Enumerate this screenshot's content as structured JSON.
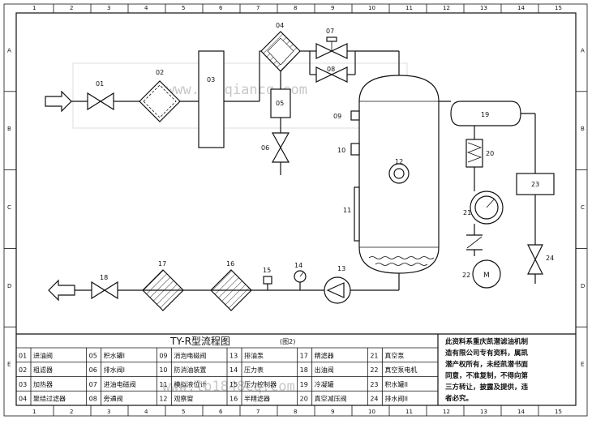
{
  "frame": {
    "columns": [
      "1",
      "2",
      "3",
      "4",
      "5",
      "6",
      "7",
      "8",
      "9",
      "10",
      "11",
      "12",
      "13",
      "14",
      "15"
    ],
    "rows": [
      "A",
      "B",
      "C",
      "D",
      "E"
    ]
  },
  "title": {
    "main": "TY-R型流程图",
    "note": "(图2)"
  },
  "components": {
    "c01": "01",
    "c02": "02",
    "c03": "03",
    "c04": "04",
    "c05": "05",
    "c06": "06",
    "c07": "07",
    "c08": "08",
    "c09": "09",
    "c10": "10",
    "c11": "11",
    "c12": "12",
    "c13": "13",
    "c14": "14",
    "c15": "15",
    "c16": "16",
    "c17": "17",
    "c18": "18",
    "c19": "19",
    "c20": "20",
    "c21": "21",
    "c22": "22",
    "c23": "23",
    "c24": "24",
    "pump_m": "M"
  },
  "legend": [
    {
      "num": "01",
      "name": "进油阀"
    },
    {
      "num": "02",
      "name": "粗滤器"
    },
    {
      "num": "03",
      "name": "加热器"
    },
    {
      "num": "04",
      "name": "聚结过滤器"
    },
    {
      "num": "05",
      "name": "积水罐I"
    },
    {
      "num": "06",
      "name": "排水阀I"
    },
    {
      "num": "07",
      "name": "进油电磁阀"
    },
    {
      "num": "08",
      "name": "旁通阀"
    },
    {
      "num": "09",
      "name": "消泡电磁阀"
    },
    {
      "num": "10",
      "name": "防消油装置"
    },
    {
      "num": "11",
      "name": "模拟液位计"
    },
    {
      "num": "12",
      "name": "观察窗"
    },
    {
      "num": "13",
      "name": "排油泵"
    },
    {
      "num": "14",
      "name": "压力表"
    },
    {
      "num": "15",
      "name": "压力控制器"
    },
    {
      "num": "16",
      "name": "半精滤器"
    },
    {
      "num": "17",
      "name": "精滤器"
    },
    {
      "num": "18",
      "name": "出油阀"
    },
    {
      "num": "19",
      "name": "冷凝罐"
    },
    {
      "num": "20",
      "name": "真空减压阀"
    },
    {
      "num": "21",
      "name": "真空泵"
    },
    {
      "num": "22",
      "name": "真空泵电机"
    },
    {
      "num": "23",
      "name": "积水罐II"
    },
    {
      "num": "24",
      "name": "排水阀II"
    }
  ],
  "notice": {
    "lines": [
      "此资料系重庆凯潜滤油机制",
      "造有限公司专有资料，属凯",
      "潜产权所有，未经凯潜书面",
      "同意，不准复制，不得向第",
      "三方转让，披露及提供，违",
      "者必究。"
    ]
  },
  "watermarks": [
    "www.kaiqiancq.com",
    "www.lb1848cq.com"
  ]
}
